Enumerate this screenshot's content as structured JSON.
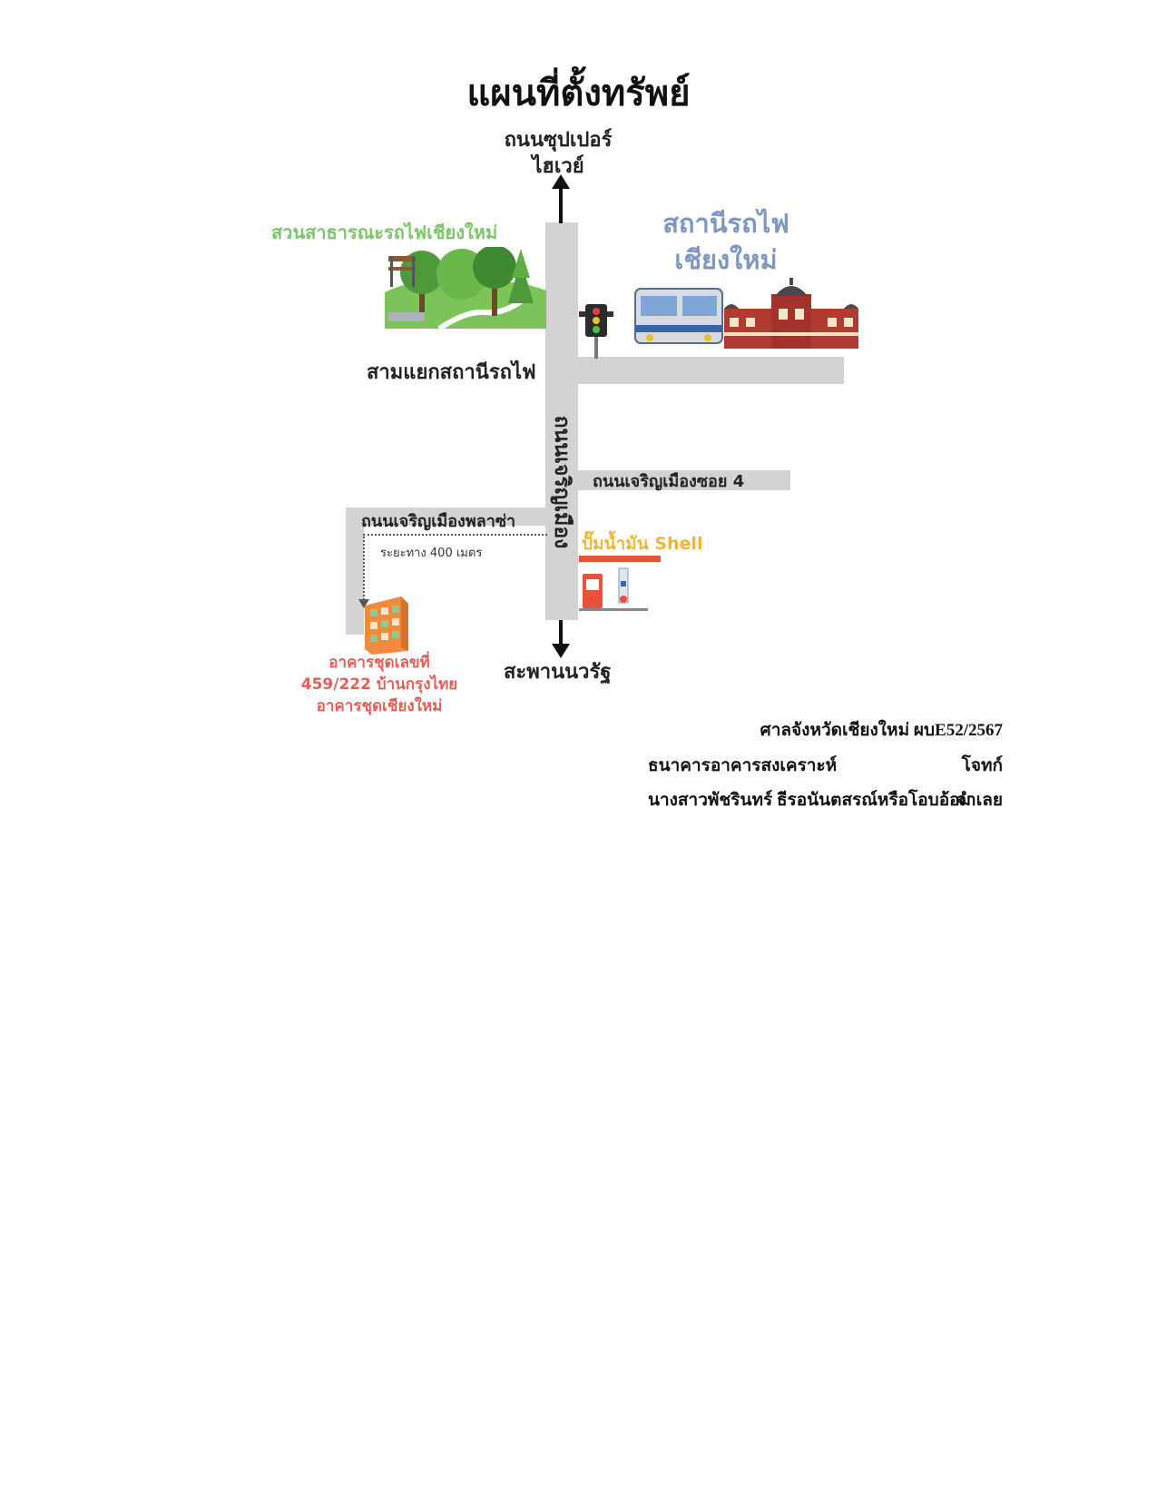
{
  "title": "แผนที่ตั้งทรัพย์",
  "map": {
    "north_road": [
      "ถนนซุปเปอร์",
      "ไฮเวย์"
    ],
    "south_road": "สะพานนวรัฐ",
    "main_road": "ถนนเจริญเมือง",
    "park": "สวนสาธารณะรถไฟเชียงใหม่",
    "station": [
      "สถานีรถไฟ",
      "เชียงใหม่"
    ],
    "junction": "สามแยกสถานีรถไฟ",
    "soi4": "ถนนเจริญเมืองซอย 4",
    "plaza_road": "ถนนเจริญเมืองพลาซ่า",
    "distance": "ระยะทาง 400 เมตร",
    "gas_station": "ปั๊มน้ำมัน Shell",
    "property": [
      "อาคารชุดเลขที่",
      "459/222 บ้านกรุงไทย",
      "อาคารชุดเชียงใหม่"
    ]
  },
  "footer": {
    "court_case": "ศาลจังหวัดเชียงใหม่ ผบE52/2567",
    "plaintiff_name": "ธนาคารอาคารสงเคราะห์",
    "plaintiff_role": "โจทก์",
    "defendant_name": "นางสาวพัชรินทร์ ธีรอนันตสรณ์หรือโอบอ้อม",
    "defendant_role": "จำเลย"
  },
  "colors": {
    "road": "#d3d3d3",
    "park_label": "#7dc46a",
    "station_label": "#7f97c0",
    "gas_label": "#f0b43a",
    "property_label": "#e0605a"
  }
}
